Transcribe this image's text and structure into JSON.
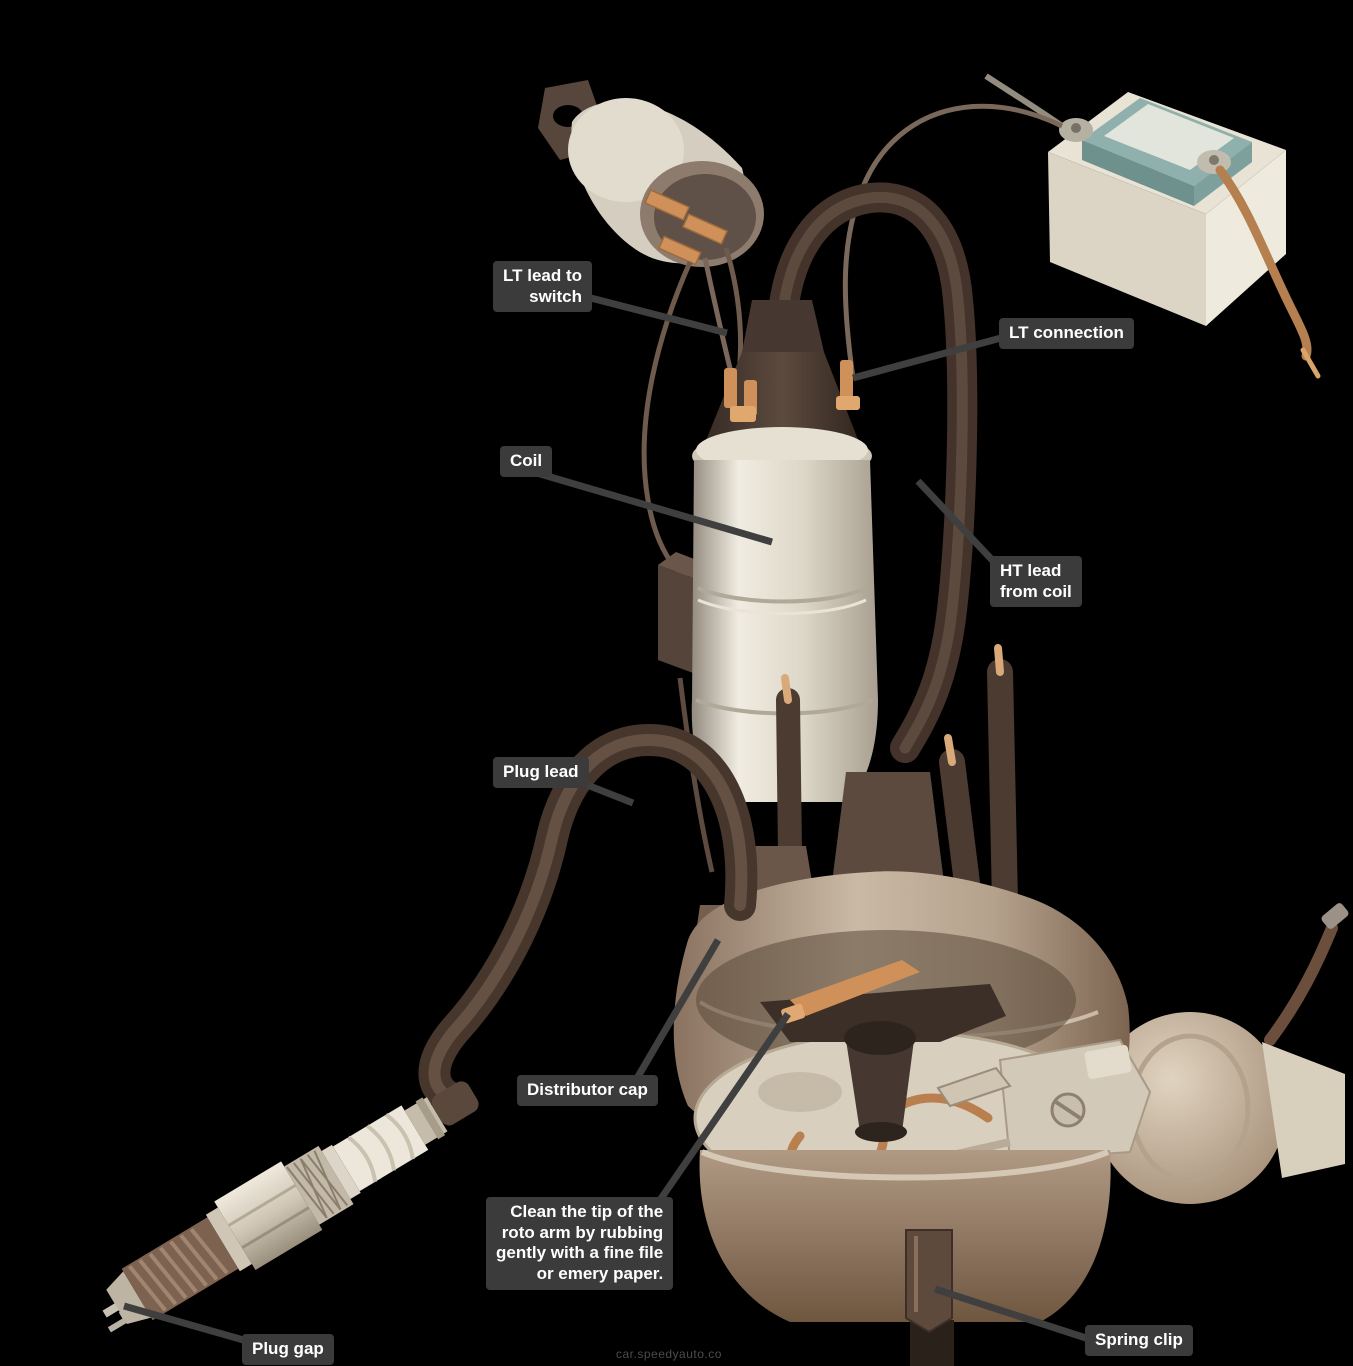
{
  "labels": {
    "lt_lead_to_switch": "LT lead to\nswitch",
    "lt_connection": "LT connection",
    "coil": "Coil",
    "ht_lead_from_coil": "HT lead\nfrom coil",
    "plug_lead": "Plug lead",
    "distributor_cap": "Distributor cap",
    "clean_roto_arm_note": "Clean the tip of the\nroto arm by rubbing\ngently with a fine file\nor emery paper.",
    "plug_gap": "Plug gap",
    "spring_clip": "Spring clip"
  },
  "watermark": "car.speedyauto.co",
  "colors": {
    "background": "#000000",
    "label_background": "#3b3b3b",
    "label_text": "#ffffff",
    "leader_line": "#3f3f3f",
    "lead_dark_brown": "#46362c",
    "copper": "#c98e5f",
    "coil_body_silver": "#e4dfd2",
    "coil_cap_brown": "#4a3a30",
    "distributor_tan": "#a89078",
    "battery_body_cream": "#e9e5d8",
    "battery_top_teal": "#8fb0ac"
  }
}
